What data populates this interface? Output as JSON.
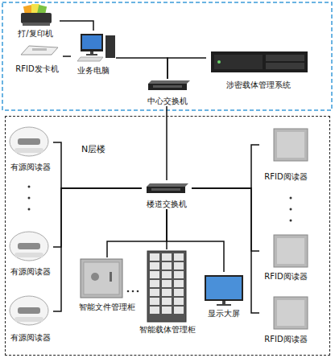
{
  "diagram": {
    "nodes": [
      {
        "text": [
          "打/复印机"
        ]
      },
      {
        "text": [
          "RFID发卡机"
        ]
      },
      {
        "text": [
          "业务电脑"
        ]
      },
      {
        "text": [
          "涉密载体管理系统"
        ]
      },
      {
        "text": [
          "中心交换机"
        ]
      },
      {
        "text": [
          "N层楼"
        ]
      },
      {
        "text": [
          "楼道交换机"
        ],
        "in": 5
      },
      {
        "text": [
          "有源阅读器"
        ],
        "in": 5
      },
      {
        "text": [
          "RFID阅读器"
        ],
        "in": 5
      },
      {
        "text": [
          "有源阅读器"
        ],
        "in": 5
      },
      {
        "text": [
          "RFID阅读器"
        ],
        "in": 5
      },
      {
        "text": [
          "智能文件管理柜"
        ],
        "in": 5
      },
      {
        "text": [
          "智能载体管理柜"
        ],
        "in": 5
      },
      {
        "text": [
          "显示大屏"
        ],
        "in": 5
      },
      {
        "text": [
          "有源阅读器"
        ],
        "in": 5
      },
      {
        "text": [
          "RFID阅读器"
        ],
        "in": 5
      }
    ],
    "edges": [
      {
        "from": 0,
        "to": 2,
        "arrow": "none"
      },
      {
        "from": 1,
        "to": 2,
        "arrow": "none"
      },
      {
        "from": 2,
        "to": 4,
        "arrow": "none"
      },
      {
        "from": 3,
        "to": 4,
        "arrow": "none"
      },
      {
        "from": 4,
        "to": 6,
        "arrow": "none"
      },
      {
        "from": 6,
        "to": 7,
        "arrow": "none"
      },
      {
        "from": 6,
        "to": 9,
        "arrow": "none"
      },
      {
        "from": 6,
        "to": 14,
        "arrow": "none"
      },
      {
        "from": 6,
        "to": 8,
        "arrow": "none"
      },
      {
        "from": 6,
        "to": 10,
        "arrow": "none"
      },
      {
        "from": 6,
        "to": 15,
        "arrow": "none"
      },
      {
        "from": 6,
        "to": 11,
        "arrow": "none"
      },
      {
        "from": 6,
        "to": 12,
        "arrow": "none"
      },
      {
        "from": 6,
        "to": 13,
        "arrow": "none"
      }
    ]
  }
}
